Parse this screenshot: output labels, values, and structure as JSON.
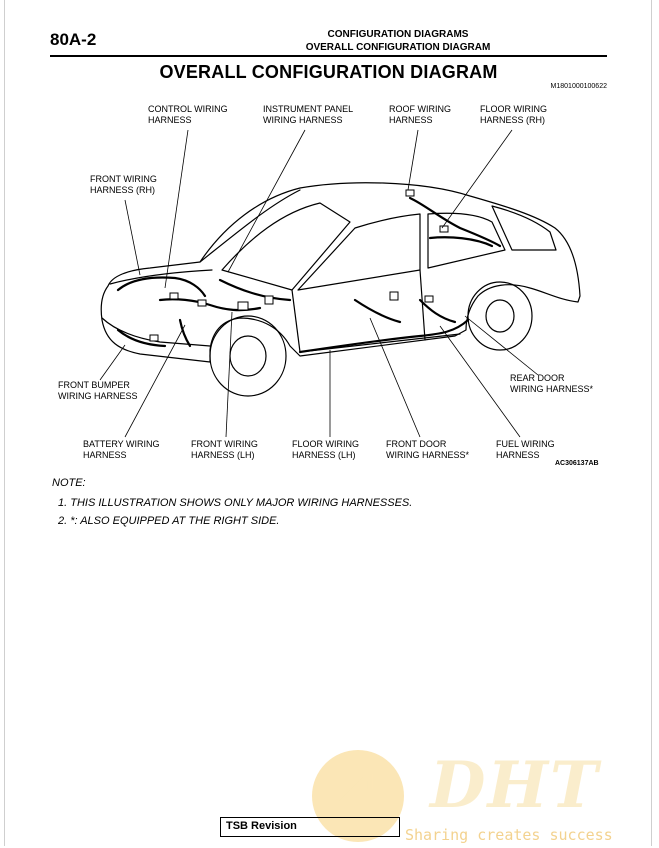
{
  "header": {
    "page_number": "80A-2",
    "section": "CONFIGURATION DIAGRAMS",
    "subsection": "OVERALL CONFIGURATION DIAGRAM"
  },
  "title": "OVERALL CONFIGURATION DIAGRAM",
  "figure_code_top": "M1801000100622",
  "figure_code_bottom": "AC306137AB",
  "labels": {
    "control_wiring_harness": [
      "CONTROL WIRING",
      "HARNESS"
    ],
    "instrument_panel_wiring_harness": [
      "INSTRUMENT PANEL",
      "WIRING HARNESS"
    ],
    "roof_wiring_harness": [
      "ROOF WIRING",
      "HARNESS"
    ],
    "floor_wiring_harness_rh": [
      "FLOOR WIRING",
      "HARNESS (RH)"
    ],
    "front_wiring_harness_rh": [
      "FRONT WIRING",
      "HARNESS (RH)"
    ],
    "front_bumper_wiring_harness": [
      "FRONT BUMPER",
      "WIRING HARNESS"
    ],
    "rear_door_wiring_harness": [
      "REAR DOOR",
      "WIRING HARNESS*"
    ],
    "battery_wiring_harness": [
      "BATTERY WIRING",
      "HARNESS"
    ],
    "front_wiring_harness_lh": [
      "FRONT WIRING",
      "HARNESS (LH)"
    ],
    "floor_wiring_harness_lh": [
      "FLOOR WIRING",
      "HARNESS (LH)"
    ],
    "front_door_wiring_harness": [
      "FRONT DOOR",
      "WIRING HARNESS*"
    ],
    "fuel_wiring_harness": [
      "FUEL WIRING",
      "HARNESS"
    ]
  },
  "note": {
    "heading": "NOTE:",
    "items": [
      "1. THIS ILLUSTRATION SHOWS ONLY MAJOR WIRING HARNESSES.",
      "2. *: ALSO EQUIPPED AT THE RIGHT SIDE."
    ]
  },
  "footer": {
    "tsb_label": "TSB Revision"
  },
  "watermark": {
    "logo": "DHT",
    "slogan": "Sharing creates success"
  }
}
